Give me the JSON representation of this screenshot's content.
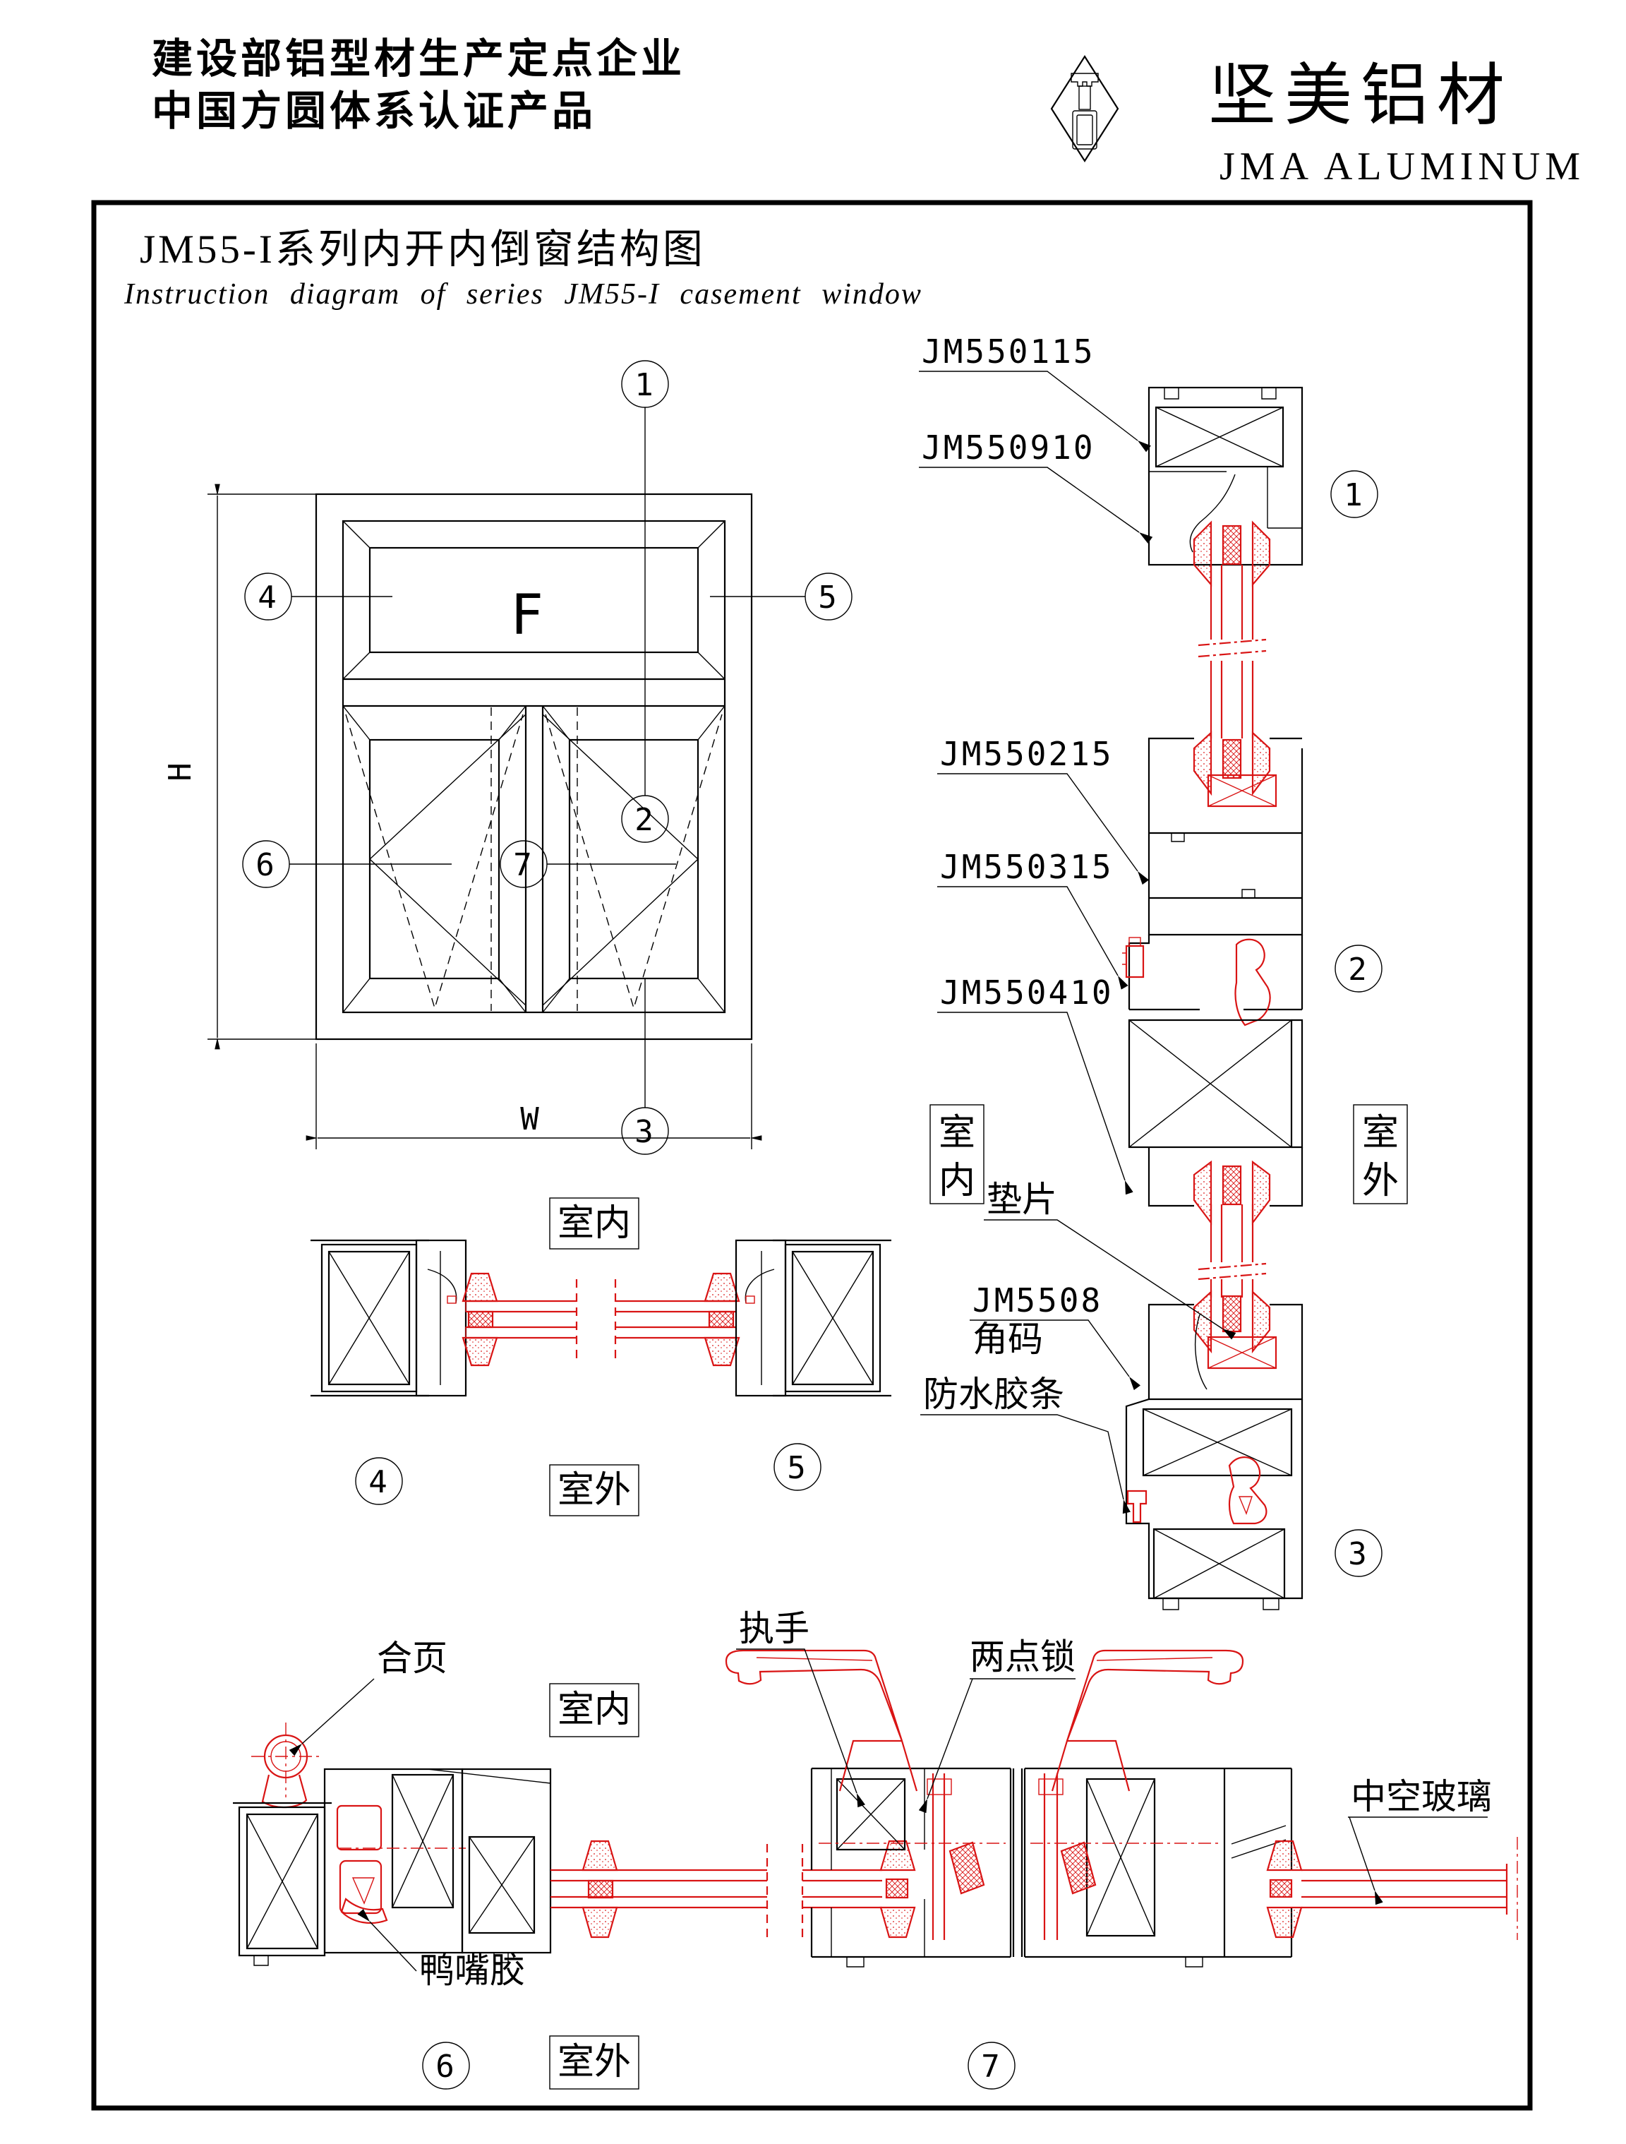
{
  "colors": {
    "line": "#000000",
    "accent_red": "#d91414",
    "background": "#ffffff"
  },
  "header": {
    "cert_line1": "建设部铝型材生产定点企业",
    "cert_line2": "中国方圆体系认证产品",
    "brand_cn": "坚美铝材",
    "brand_en": "JMA ALUMINUM"
  },
  "title": {
    "cn": "JM55-I系列内开内倒窗结构图",
    "en": "Instruction diagram of series JM55-I casement window"
  },
  "elevation": {
    "pane_label": "F",
    "dim_height": "H",
    "dim_width": "W",
    "callout_1": "1",
    "callout_2": "2",
    "callout_3": "3",
    "callout_4": "4",
    "callout_5": "5",
    "callout_6": "6",
    "callout_7": "7"
  },
  "right_section": {
    "part_labels": [
      "JM550115",
      "JM550910",
      "JM550215",
      "JM550315",
      "JM550410"
    ],
    "shim_label": "垫片",
    "corner_code_model": "JM5508",
    "corner_code_label": "角码",
    "waterproof_label": "防水胶条",
    "indoor_char_top": "室",
    "indoor_char_bottom": "内",
    "outdoor_char_top": "室",
    "outdoor_char_bottom": "外",
    "callout_1": "1",
    "callout_2": "2",
    "callout_3": "3"
  },
  "middle_section": {
    "indoor_label": "室内",
    "outdoor_label": "室外",
    "callout_4": "4",
    "callout_5": "5"
  },
  "bottom_section": {
    "hinge_label": "合页",
    "handle_label": "执手",
    "two_point_lock_label": "两点锁",
    "insulated_glass_label": "中空玻璃",
    "duckbill_label": "鸭嘴胶",
    "indoor_label": "室内",
    "outdoor_label": "室外",
    "callout_6": "6",
    "callout_7": "7"
  }
}
